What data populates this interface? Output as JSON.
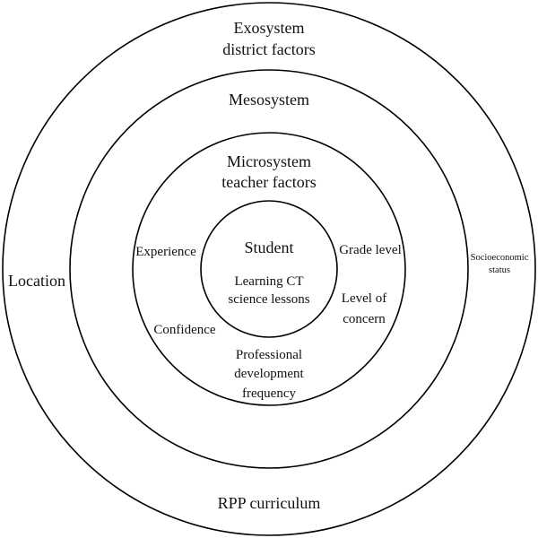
{
  "diagram": {
    "exosystem": {
      "title_line1": "Exosystem",
      "title_line2": "district factors",
      "location": "Location",
      "socioeconomic_line1": "Socioeconomic",
      "socioeconomic_line2": "status",
      "curriculum": "RPP curriculum"
    },
    "mesosystem": {
      "title": "Mesosystem"
    },
    "microsystem": {
      "title_line1": "Microsystem",
      "title_line2": "teacher factors",
      "experience": "Experience",
      "grade_level": "Grade level",
      "level_of_concern_line1": "Level of",
      "level_of_concern_line2": "concern",
      "confidence": "Confidence",
      "pd_line1": "Professional",
      "pd_line2": "development",
      "pd_line3": "frequency"
    },
    "student": {
      "title": "Student",
      "subtitle_line1": "Learning CT",
      "subtitle_line2": "science lessons"
    }
  }
}
